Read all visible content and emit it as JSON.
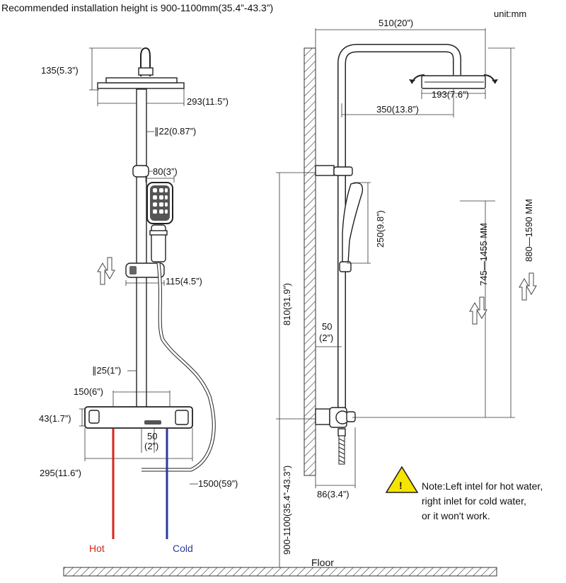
{
  "header": {
    "title": "Recommended installation height is 900-1100mm(35.4”-43.3”)",
    "unit": "unit:mm"
  },
  "front_view": {
    "head_height": "135(5.3”)",
    "head_width": "293(11.5”)",
    "pipe_diameter_top": "∥22(0.87”)",
    "handset_width": "80(3”)",
    "slider_width": "115(4.5”)",
    "pipe_diameter_lower": "∥25(1”)",
    "inlet_spacing": "150(6”)",
    "valve_height": "43(1.7”)",
    "center_offset_top": "50",
    "center_offset_bottom": "(2”)",
    "valve_width": "295(11.6”)",
    "hose_length": "1500(59”)",
    "hot_label": "Hot",
    "cold_label": "Cold"
  },
  "side_view": {
    "arm_length": "510(20”)",
    "head_diameter": "193(7.6”)",
    "head_reach": "350(13.8”)",
    "handset_length": "250(9.8”)",
    "valve_to_bracket": "810(31.9”)",
    "pipe_offset_top": "50",
    "pipe_offset_bottom": "(2”)",
    "install_height": "900-1100(35.4”-43.3”)",
    "valve_depth": "86(3.4”)",
    "adjust_range": "745—1455 MM",
    "total_height": "880—1590 MM",
    "floor_label": "Floor"
  },
  "note": {
    "lines": [
      "Note:Left intel for hot water,",
      "right inlet for cold water,",
      "or it won't work."
    ]
  },
  "colors": {
    "hot": "#d7261e",
    "cold": "#2a3a9e",
    "warning": "#f5e400"
  }
}
